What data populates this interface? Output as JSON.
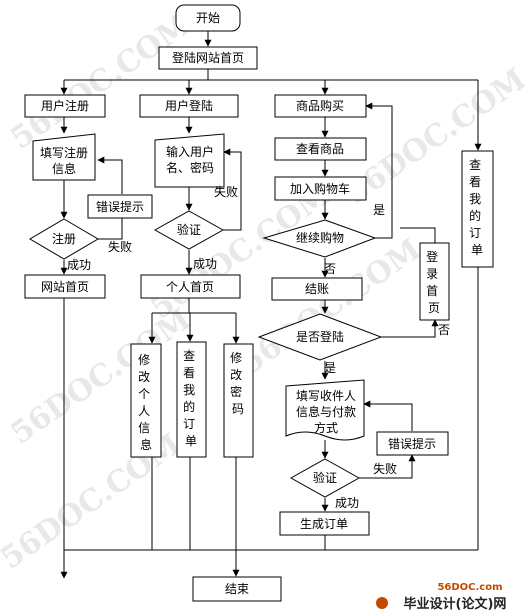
{
  "nodes": {
    "start": "开始",
    "homepage": "登陆网站首页",
    "register": "用户注册",
    "fill_register": [
      "填写注册",
      "信息"
    ],
    "error_tip_1": "错误提示",
    "register_decision": "注册",
    "site_home": "网站首页",
    "login": "用户登陆",
    "input_user": [
      "输入用户",
      "名、密码"
    ],
    "verify_1": "验证",
    "personal_home": "个人首页",
    "edit_info": [
      "修",
      "改",
      "个",
      "人",
      "信",
      "息"
    ],
    "view_orders_1": [
      "查",
      "看",
      "我",
      "的",
      "订",
      "单"
    ],
    "edit_password": [
      "修",
      "改",
      "密",
      "码"
    ],
    "purchase": "商品购买",
    "view_goods": "查看商品",
    "add_cart": "加入购物车",
    "continue_shopping": "继续购物",
    "checkout": "结账",
    "logged_in": "是否登陆",
    "login_home": [
      "登",
      "录",
      "首",
      "页"
    ],
    "fill_receiver": [
      "填写收件人",
      "信息与付款",
      "方式"
    ],
    "error_tip_2": "错误提示",
    "verify_2": "验证",
    "generate_order": "生成订单",
    "view_orders_2": [
      "查",
      "看",
      "我",
      "的",
      "订",
      "单"
    ],
    "end": "结束"
  },
  "edge_labels": {
    "fail_register": "失败",
    "success_register": "成功",
    "fail_login": "失败",
    "success_login": "成功",
    "yes_continue": "是",
    "no_continue": "否",
    "no_logged": "否",
    "yes_logged": "是",
    "fail_verify": "失败",
    "success_verify": "成功"
  },
  "watermark": "56DOC.COM",
  "footer": {
    "url": "56DOC.com",
    "brand": "毕业设计(论文)网"
  }
}
